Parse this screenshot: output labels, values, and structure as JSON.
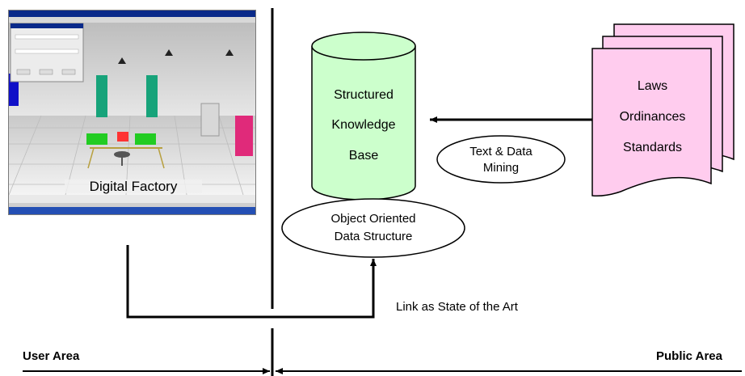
{
  "screenshot_caption": "Digital Factory",
  "knowledge_base": {
    "line1": "Structured",
    "line2": "Knowledge",
    "line3": "Base"
  },
  "documents": {
    "line1": "Laws",
    "line2": "Ordinances",
    "line3": "Standards"
  },
  "text_mining": {
    "line1": "Text & Data",
    "line2": "Mining"
  },
  "data_structure": {
    "line1": "Object Oriented",
    "line2": "Data Structure"
  },
  "link_label": "Link as State of the Art",
  "user_area": "User Area",
  "public_area": "Public Area",
  "colors": {
    "cylinder_fill": "#ccffcc",
    "documents_fill": "#ffccee",
    "line": "#000000"
  }
}
